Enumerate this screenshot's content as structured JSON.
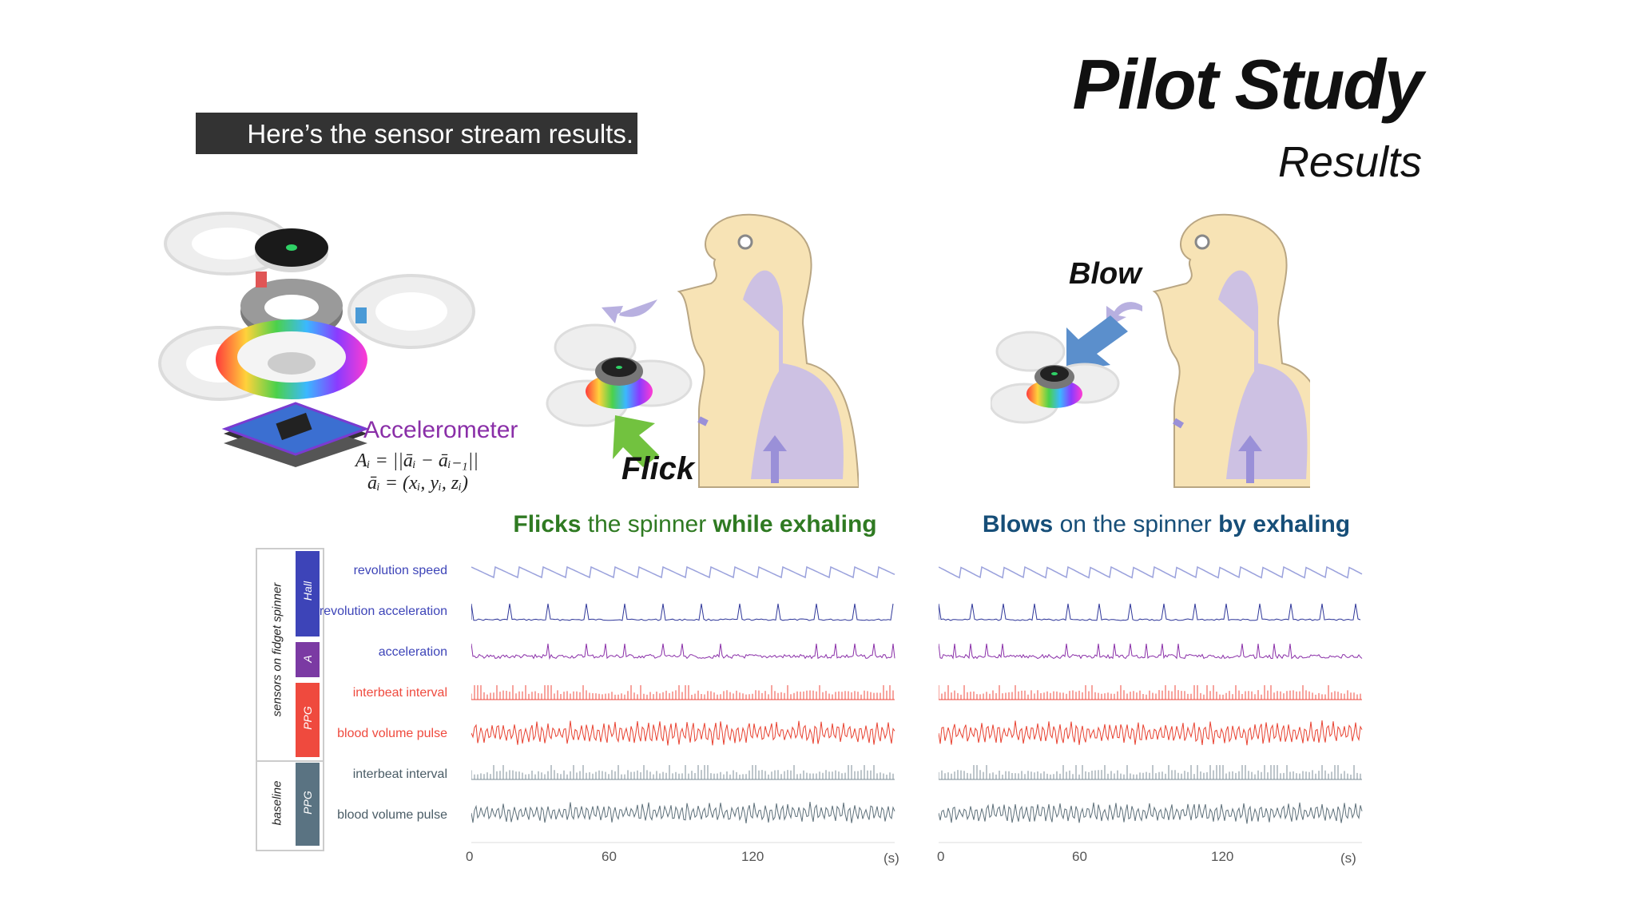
{
  "slide": {
    "title": "Pilot Study",
    "subtitle": "Results",
    "caption": "Here’s the sensor stream results."
  },
  "device": {
    "sensor_name": "Accelerometer",
    "formula_1": "Aᵢ = ||āᵢ − āᵢ₋₁||",
    "formula_2": "āᵢ = (xᵢ, yᵢ, zᵢ)"
  },
  "scenes": {
    "flick_action": "Flick",
    "blow_action": "Blow",
    "flick_caption": {
      "bold1": "Flicks",
      "mid": " the spinner ",
      "bold2": "while exhaling"
    },
    "blow_caption": {
      "bold1": "Blows",
      "mid": " on the spinner ",
      "bold2": "by exhaling"
    }
  },
  "stream_panel": {
    "group_sensors": "sensors on fidget spinner",
    "group_baseline": "baseline",
    "chips": [
      {
        "label": "Hall",
        "color": "#3d44b8"
      },
      {
        "label": "A",
        "color": "#7b3aa3"
      },
      {
        "label": "PPG",
        "color": "#ef4a3e"
      },
      {
        "label": "PPG",
        "color": "#5a7382"
      }
    ],
    "rows": [
      {
        "label": "revolution speed",
        "color": "#3d44b8",
        "trace": "#9aa1dc"
      },
      {
        "label": "revolution acceleration",
        "color": "#3d44b8",
        "trace": "#2e3699"
      },
      {
        "label": "acceleration",
        "color": "#3d44b8",
        "trace": "#8a2fa8"
      },
      {
        "label": "interbeat interval",
        "color": "#ef4a3e",
        "trace": "#ef4a3e"
      },
      {
        "label": "blood volume pulse",
        "color": "#ef4a3e",
        "trace": "#e8402f"
      },
      {
        "label": "interbeat interval",
        "color": "#4a5c66",
        "trace": "#7e8e97"
      },
      {
        "label": "blood volume pulse",
        "color": "#4a5c66",
        "trace": "#5d6f79"
      }
    ],
    "x_ticks": [
      "0",
      "60",
      "120"
    ],
    "x_unit": "(s)"
  }
}
